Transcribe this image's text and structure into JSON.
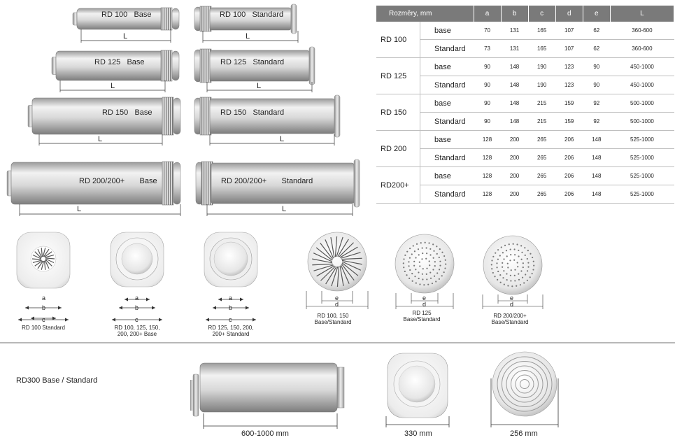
{
  "units": [
    {
      "label_name": "RD 100",
      "label_type": "Base",
      "dim": "L"
    },
    {
      "label_name": "RD 100",
      "label_type": "Standard",
      "dim": "L"
    },
    {
      "label_name": "RD 125",
      "label_type": "Base",
      "dim": "L"
    },
    {
      "label_name": "RD 125",
      "label_type": "Standard",
      "dim": "L"
    },
    {
      "label_name": "RD 150",
      "label_type": "Base",
      "dim": "L"
    },
    {
      "label_name": "RD 150",
      "label_type": "Standard",
      "dim": "L"
    },
    {
      "label_name": "RD 200/200+",
      "label_type": "Base",
      "dim": "L"
    },
    {
      "label_name": "RD 200/200+",
      "label_type": "Standard",
      "dim": "L"
    }
  ],
  "table": {
    "header": [
      "Rozměry, mm",
      "a",
      "b",
      "c",
      "d",
      "e",
      "L"
    ],
    "groups": [
      {
        "model": "RD 100",
        "rows": [
          {
            "variant": "base",
            "values": [
              "70",
              "131",
              "165",
              "107",
              "62",
              "360-600"
            ]
          },
          {
            "variant": "Standard",
            "values": [
              "73",
              "131",
              "165",
              "107",
              "62",
              "360-600"
            ]
          }
        ]
      },
      {
        "model": "RD 125",
        "rows": [
          {
            "variant": "base",
            "values": [
              "90",
              "148",
              "190",
              "123",
              "90",
              "450-1000"
            ]
          },
          {
            "variant": "Standard",
            "values": [
              "90",
              "148",
              "190",
              "123",
              "90",
              "450-1000"
            ]
          }
        ]
      },
      {
        "model": "RD 150",
        "rows": [
          {
            "variant": "base",
            "values": [
              "90",
              "148",
              "215",
              "159",
              "92",
              "500-1000"
            ]
          },
          {
            "variant": "Standard",
            "values": [
              "90",
              "148",
              "215",
              "159",
              "92",
              "500-1000"
            ]
          }
        ]
      },
      {
        "model": "RD 200",
        "rows": [
          {
            "variant": "base",
            "values": [
              "128",
              "200",
              "265",
              "206",
              "148",
              "525-1000"
            ]
          },
          {
            "variant": "Standard",
            "values": [
              "128",
              "200",
              "265",
              "206",
              "148",
              "525-1000"
            ]
          }
        ]
      },
      {
        "model": "RD200+",
        "rows": [
          {
            "variant": "base",
            "values": [
              "128",
              "200",
              "265",
              "206",
              "148",
              "525-1000"
            ]
          },
          {
            "variant": "Standard",
            "values": [
              "128",
              "200",
              "265",
              "206",
              "148",
              "525-1000"
            ]
          }
        ]
      }
    ]
  },
  "front_views": [
    {
      "caption": [
        "RD 100 Standard"
      ],
      "dims": [
        "a",
        "b",
        "c"
      ]
    },
    {
      "caption": [
        "RD 100, 125, 150,",
        "200, 200+ Base"
      ],
      "dims": [
        "a",
        "b",
        "c"
      ]
    },
    {
      "caption": [
        "RD 125, 150, 200,",
        "200+ Standard"
      ],
      "dims": [
        "a",
        "b",
        "c"
      ]
    },
    {
      "caption": [
        "RD 100, 150",
        "Base/Standard"
      ],
      "dims": [
        "e",
        "d"
      ]
    },
    {
      "caption": [
        "RD 125",
        "Base/Standard"
      ],
      "dims": [
        "e",
        "d"
      ]
    },
    {
      "caption": [
        "RD 200/200+",
        "Base/Standard"
      ],
      "dims": [
        "e",
        "d"
      ]
    }
  ],
  "rd300": {
    "label": "RD300 Base / Standard",
    "length": "600-1000 mm",
    "width_front": "330 mm",
    "width_grille": "256 mm"
  }
}
